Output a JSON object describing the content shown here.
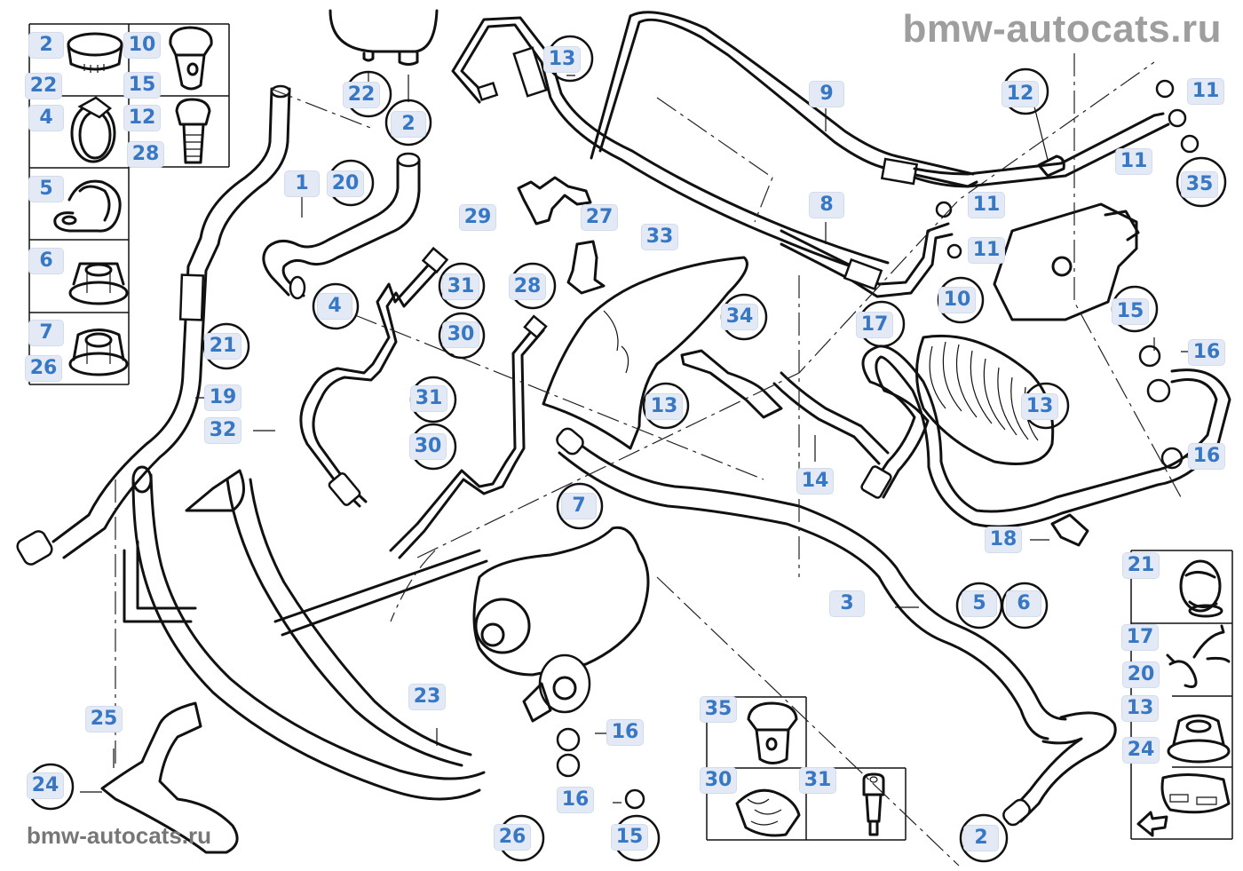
{
  "diagram": {
    "title": "Power steering hydraulic lines — parts diagram",
    "watermark_top": "bmw-autocats.ru",
    "watermark_bottom": "bmw-autocats.ru",
    "colors": {
      "label_text": "#3777c4",
      "label_bg": "#e3eaf5",
      "label_border": "#d2dced",
      "line_art": "#111111",
      "watermark": "#9e9e9e"
    },
    "legend_left": {
      "items": [
        "2",
        "22",
        "4",
        "10",
        "15",
        "12",
        "28",
        "5",
        "6",
        "7",
        "26"
      ],
      "icons": [
        "hose-clamp-icon",
        "worm-clamp-icon",
        "banjo-bolt-icon",
        "hex-bolt-icon",
        "p-clip-icon",
        "collar-nut-icon",
        "lock-nut-icon"
      ]
    },
    "legend_right": {
      "items": [
        "21",
        "17",
        "20",
        "13",
        "24"
      ],
      "icons": [
        "grommet-icon",
        "hose-clip-icon",
        "collar-nut-icon",
        "vehicle-front-icon"
      ]
    },
    "legend_bottom": {
      "items": [
        "35",
        "30",
        "31"
      ],
      "icons": [
        "banjo-bolt-icon",
        "spring-nut-icon",
        "shoulder-bolt-icon"
      ]
    },
    "callouts": [
      {
        "id": "c2a",
        "text": "2"
      },
      {
        "id": "c22a",
        "text": "22"
      },
      {
        "id": "c4a",
        "text": "4"
      },
      {
        "id": "c10a",
        "text": "10"
      },
      {
        "id": "c15a",
        "text": "15"
      },
      {
        "id": "c12a",
        "text": "12"
      },
      {
        "id": "c28a",
        "text": "28"
      },
      {
        "id": "c5a",
        "text": "5"
      },
      {
        "id": "c6a",
        "text": "6"
      },
      {
        "id": "c7a",
        "text": "7"
      },
      {
        "id": "c26a",
        "text": "26"
      },
      {
        "id": "c22b",
        "text": "22"
      },
      {
        "id": "c2b",
        "text": "2"
      },
      {
        "id": "c1",
        "text": "1"
      },
      {
        "id": "c20a",
        "text": "20"
      },
      {
        "id": "c4b",
        "text": "4"
      },
      {
        "id": "c21a",
        "text": "21"
      },
      {
        "id": "c19",
        "text": "19"
      },
      {
        "id": "c32",
        "text": "32"
      },
      {
        "id": "c13a",
        "text": "13"
      },
      {
        "id": "c29",
        "text": "29"
      },
      {
        "id": "c27",
        "text": "27"
      },
      {
        "id": "c31a",
        "text": "31"
      },
      {
        "id": "c28b",
        "text": "28"
      },
      {
        "id": "c30a",
        "text": "30"
      },
      {
        "id": "c31b",
        "text": "31"
      },
      {
        "id": "c30b",
        "text": "30"
      },
      {
        "id": "c33",
        "text": "33"
      },
      {
        "id": "c34",
        "text": "34"
      },
      {
        "id": "c13b",
        "text": "13"
      },
      {
        "id": "c7b",
        "text": "7"
      },
      {
        "id": "c9",
        "text": "9"
      },
      {
        "id": "c8",
        "text": "8"
      },
      {
        "id": "c12b",
        "text": "12"
      },
      {
        "id": "c11a",
        "text": "11"
      },
      {
        "id": "c11b",
        "text": "11"
      },
      {
        "id": "c35a",
        "text": "35"
      },
      {
        "id": "c11c",
        "text": "11"
      },
      {
        "id": "c11d",
        "text": "11"
      },
      {
        "id": "c10b",
        "text": "10"
      },
      {
        "id": "c17a",
        "text": "17"
      },
      {
        "id": "c15b",
        "text": "15"
      },
      {
        "id": "c16a",
        "text": "16"
      },
      {
        "id": "c13c",
        "text": "13"
      },
      {
        "id": "c16b",
        "text": "16"
      },
      {
        "id": "c14",
        "text": "14"
      },
      {
        "id": "c18",
        "text": "18"
      },
      {
        "id": "c3",
        "text": "3"
      },
      {
        "id": "c5b",
        "text": "5"
      },
      {
        "id": "c6b",
        "text": "6"
      },
      {
        "id": "c21b",
        "text": "21"
      },
      {
        "id": "c17b",
        "text": "17"
      },
      {
        "id": "c20b",
        "text": "20"
      },
      {
        "id": "c13d",
        "text": "13"
      },
      {
        "id": "c24a",
        "text": "24"
      },
      {
        "id": "c25",
        "text": "25"
      },
      {
        "id": "c24b",
        "text": "24"
      },
      {
        "id": "c23",
        "text": "23"
      },
      {
        "id": "c16c",
        "text": "16"
      },
      {
        "id": "c16d",
        "text": "16"
      },
      {
        "id": "c26b",
        "text": "26"
      },
      {
        "id": "c15c",
        "text": "15"
      },
      {
        "id": "c35b",
        "text": "35"
      },
      {
        "id": "c30c",
        "text": "30"
      },
      {
        "id": "c31c",
        "text": "31"
      },
      {
        "id": "c2c",
        "text": "2"
      }
    ]
  }
}
